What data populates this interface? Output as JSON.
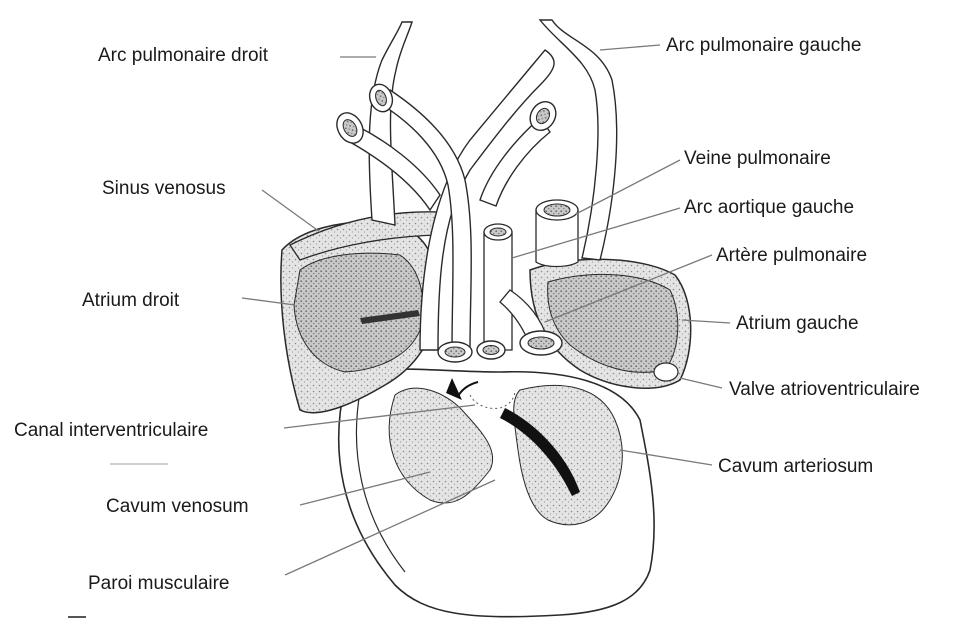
{
  "labels": {
    "arc_pulmonaire_droit": "Arc pulmonaire droit",
    "arc_pulmonaire_gauche": "Arc pulmonaire gauche",
    "veine_pulmonaire": "Veine pulmonaire",
    "sinus_venosus": "Sinus venosus",
    "arc_aortique_gauche": "Arc aortique gauche",
    "artere_pulmonaire": "Artère pulmonaire",
    "atrium_droit": "Atrium droit",
    "atrium_gauche": "Atrium gauche",
    "valve_atrioventriculaire": "Valve atrioventriculaire",
    "canal_interventriculaire": "Canal interventriculaire",
    "cavum_arteriosum": "Cavum arteriosum",
    "cavum_venosum": "Cavum venosum",
    "paroi_musculaire": "Paroi musculaire"
  },
  "colors": {
    "ink": "#1a1a1a",
    "tissue": "#d9d9d9",
    "tissue_dark": "#a8a8a8",
    "vessel": "#ffffff",
    "leader": "#7a7a7a"
  }
}
